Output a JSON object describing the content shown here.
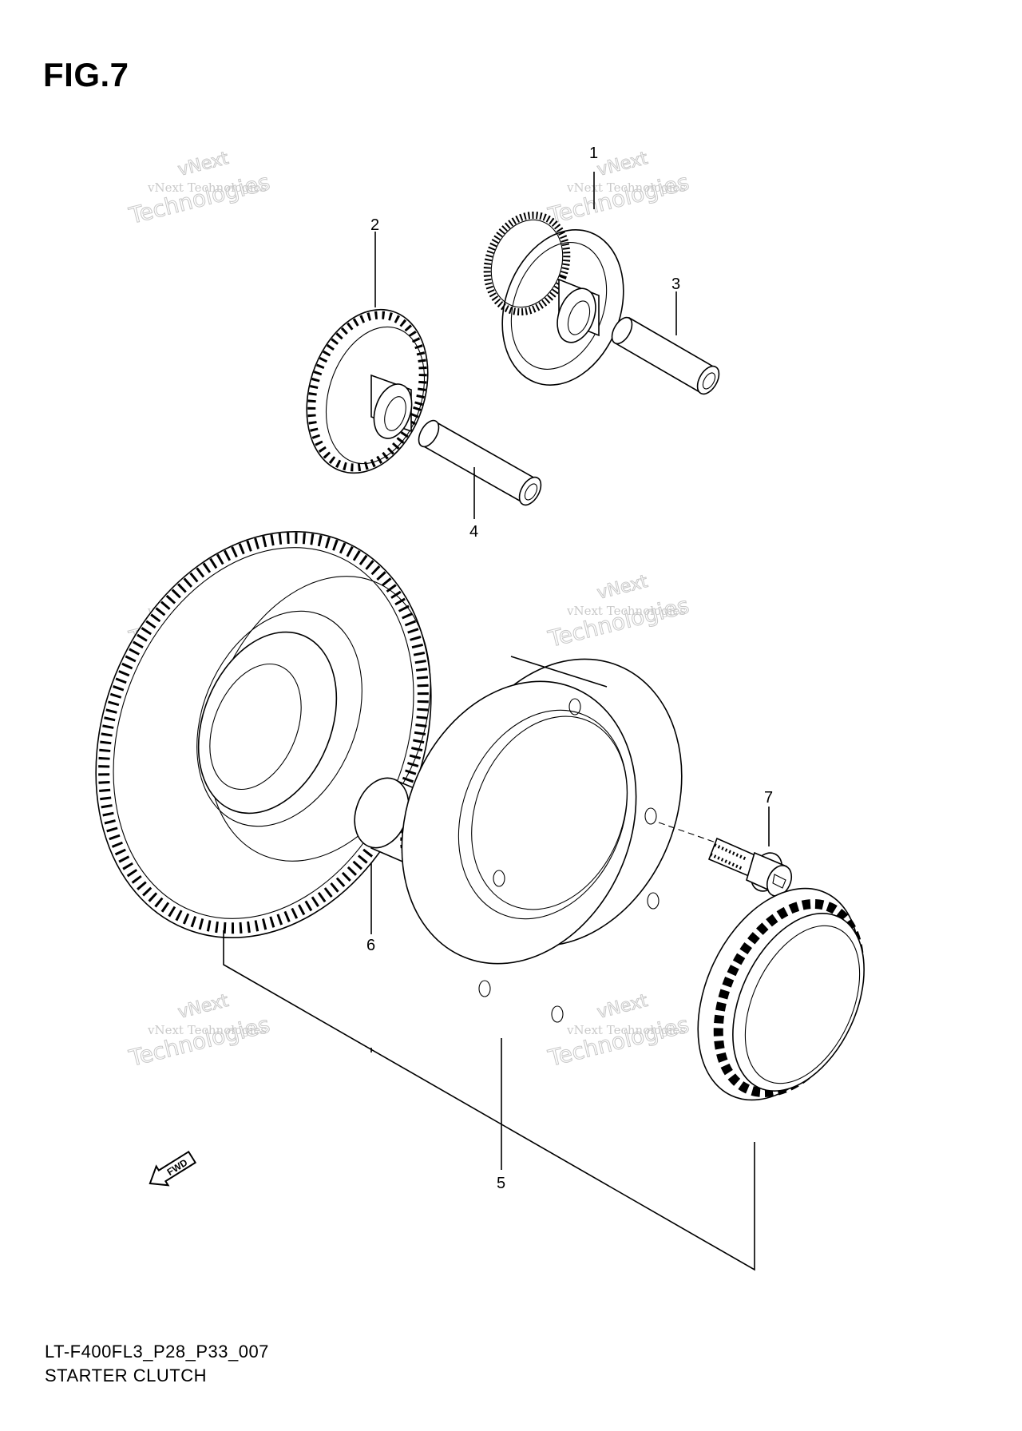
{
  "figure": {
    "title": "FIG.7"
  },
  "caption": {
    "code": "LT-F400FL3_P28_P33_007",
    "name": "STARTER CLUTCH"
  },
  "callouts": [
    "1",
    "2",
    "3",
    "4",
    "5",
    "6",
    "7"
  ],
  "fwd_label": "FWD",
  "watermark": {
    "line1": "vNext Technologies",
    "line2": "Technologies",
    "line3": "vNext"
  }
}
